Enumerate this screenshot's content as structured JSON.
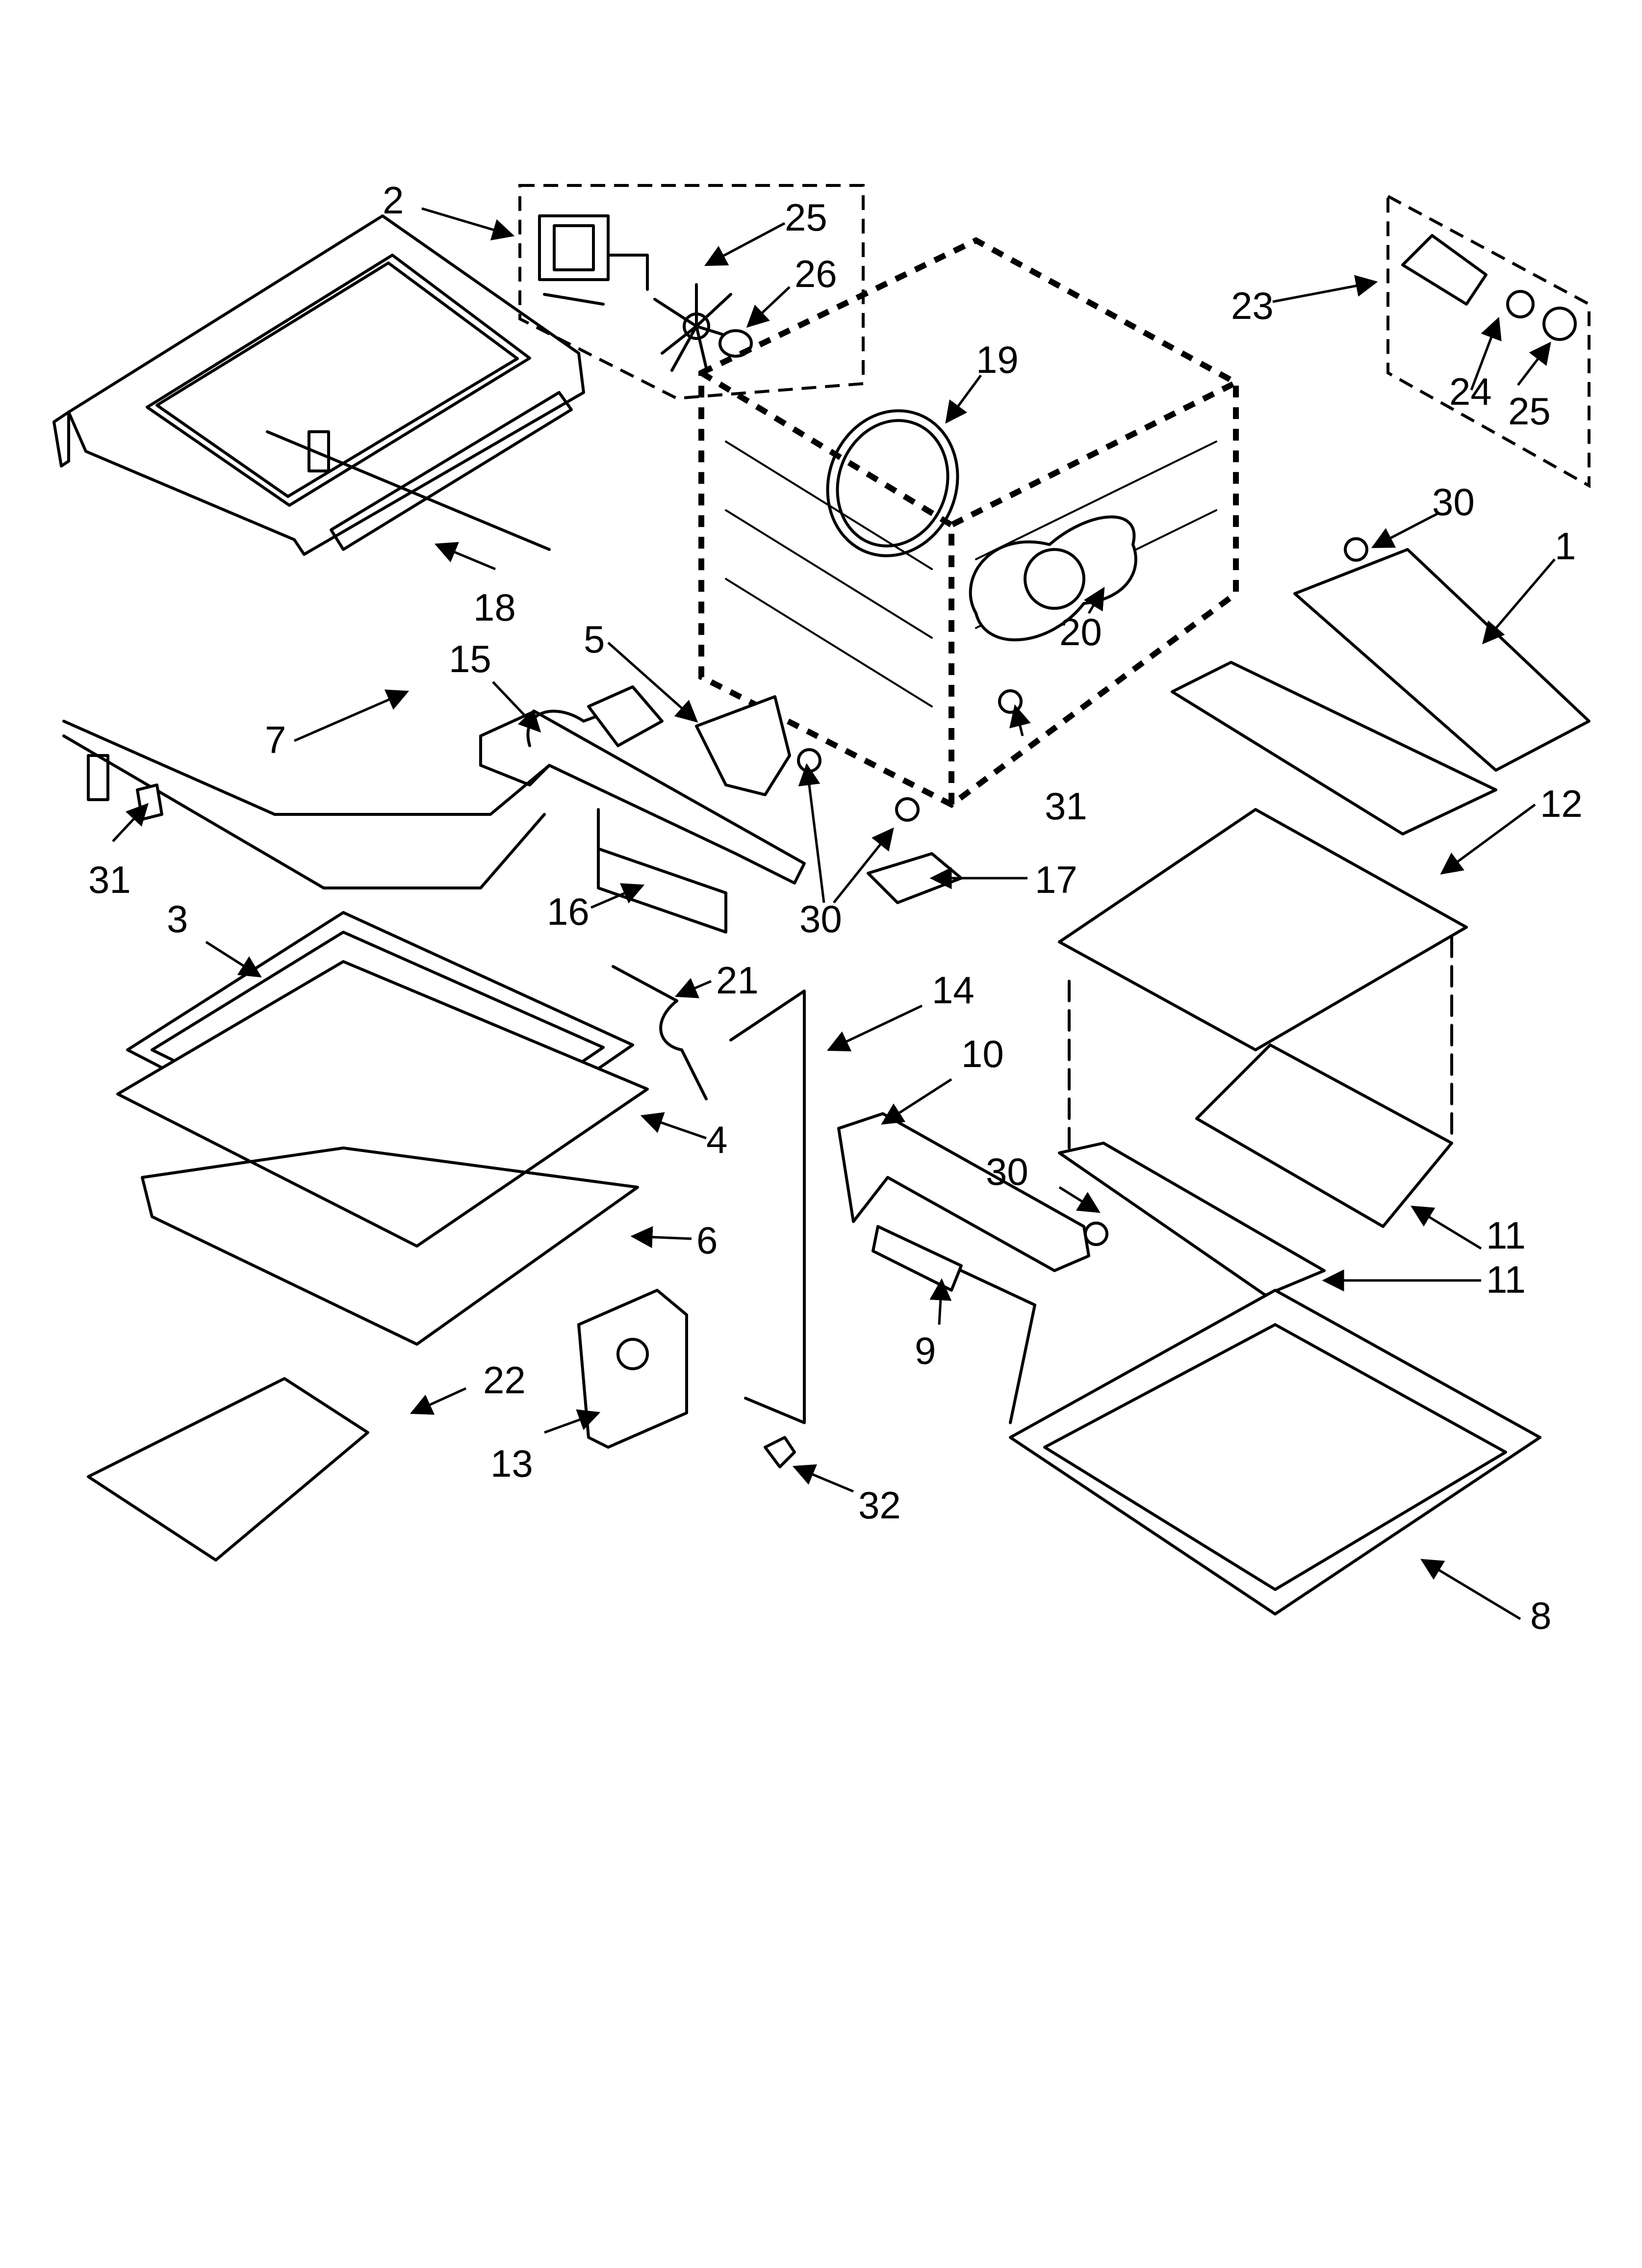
{
  "callouts": {
    "c1": "1",
    "c2": "2",
    "c3": "3",
    "c4": "4",
    "c5": "5",
    "c6": "6",
    "c7": "7",
    "c8": "8",
    "c9": "9",
    "c10": "10",
    "c11a": "11",
    "c11b": "11",
    "c12": "12",
    "c13": "13",
    "c14": "14",
    "c15": "15",
    "c16": "16",
    "c17": "17",
    "c18": "18",
    "c19": "19",
    "c20": "20",
    "c21": "21",
    "c22": "22",
    "c23": "23",
    "c24": "24",
    "c25a": "25",
    "c25b": "25",
    "c26": "26",
    "c30a": "30",
    "c30b": "30",
    "c30c": "30",
    "c31a": "31",
    "c31b": "31",
    "c32": "32"
  }
}
